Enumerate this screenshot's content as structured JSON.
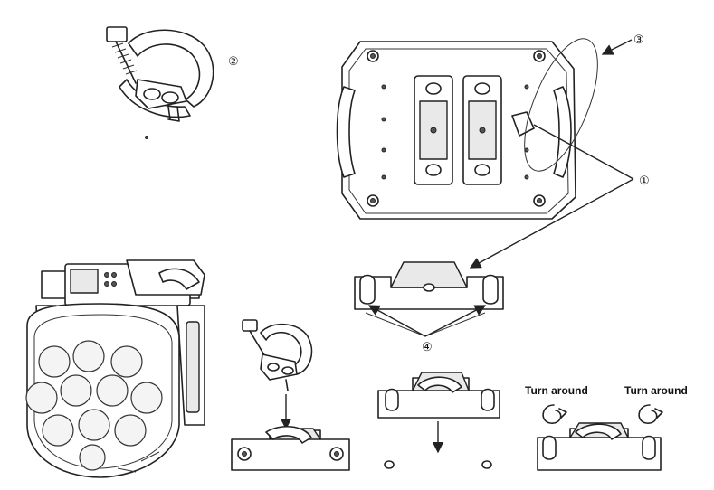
{
  "callouts": {
    "c1": "①",
    "c2": "②",
    "c3": "③",
    "c4": "④"
  },
  "labels": {
    "turn_left": "Turn around",
    "turn_right": "Turn around"
  }
}
